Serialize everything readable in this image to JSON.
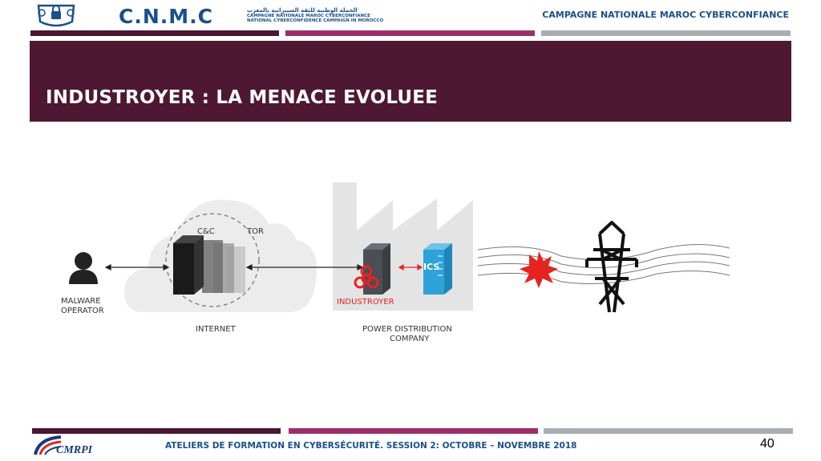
{
  "header": {
    "logo_name": "C.N.M.C",
    "logo_arabic": "الحملة الوطنية للثقة السيبرانية بالمغرب",
    "logo_fr": "CAMPAGNE NATIONALE MAROC CYBERCONFIANCE",
    "logo_en": "NATIONAL CYBERCONFIDENCE CAMPAIGN IN MOROCCO",
    "brand_right": "CAMPAGNE NATIONALE MAROC CYBERCONFIANCE"
  },
  "slide": {
    "title": "INDUSTROYER : LA MENACE EVOLUEE"
  },
  "diagram": {
    "operator_label_1": "MALWARE",
    "operator_label_2": "OPERATOR",
    "cnc_label": "C&C",
    "tor_label": "TOR",
    "internet_label": "INTERNET",
    "industroyer_label": "INDUSTROYER",
    "ics_label": "ICS",
    "company_label_1": "POWER DISTRIBUTION",
    "company_label_2": "COMPANY"
  },
  "footer": {
    "text": "ATELIERS DE FORMATION EN CYBERSÉCURITÉ.  SESSION 2: OCTOBRE – NOVEMBRE 2018",
    "page_number": "40",
    "org_logo": "CMRPI"
  },
  "colors": {
    "navy": "#1a4f8c",
    "title_band": "#4e1833",
    "bar_dark": "#4a1733",
    "bar_magenta": "#9c2f6a",
    "bar_grey": "#a8adb3",
    "threat_red": "#e52321",
    "ics_blue": "#2ea3d9"
  }
}
